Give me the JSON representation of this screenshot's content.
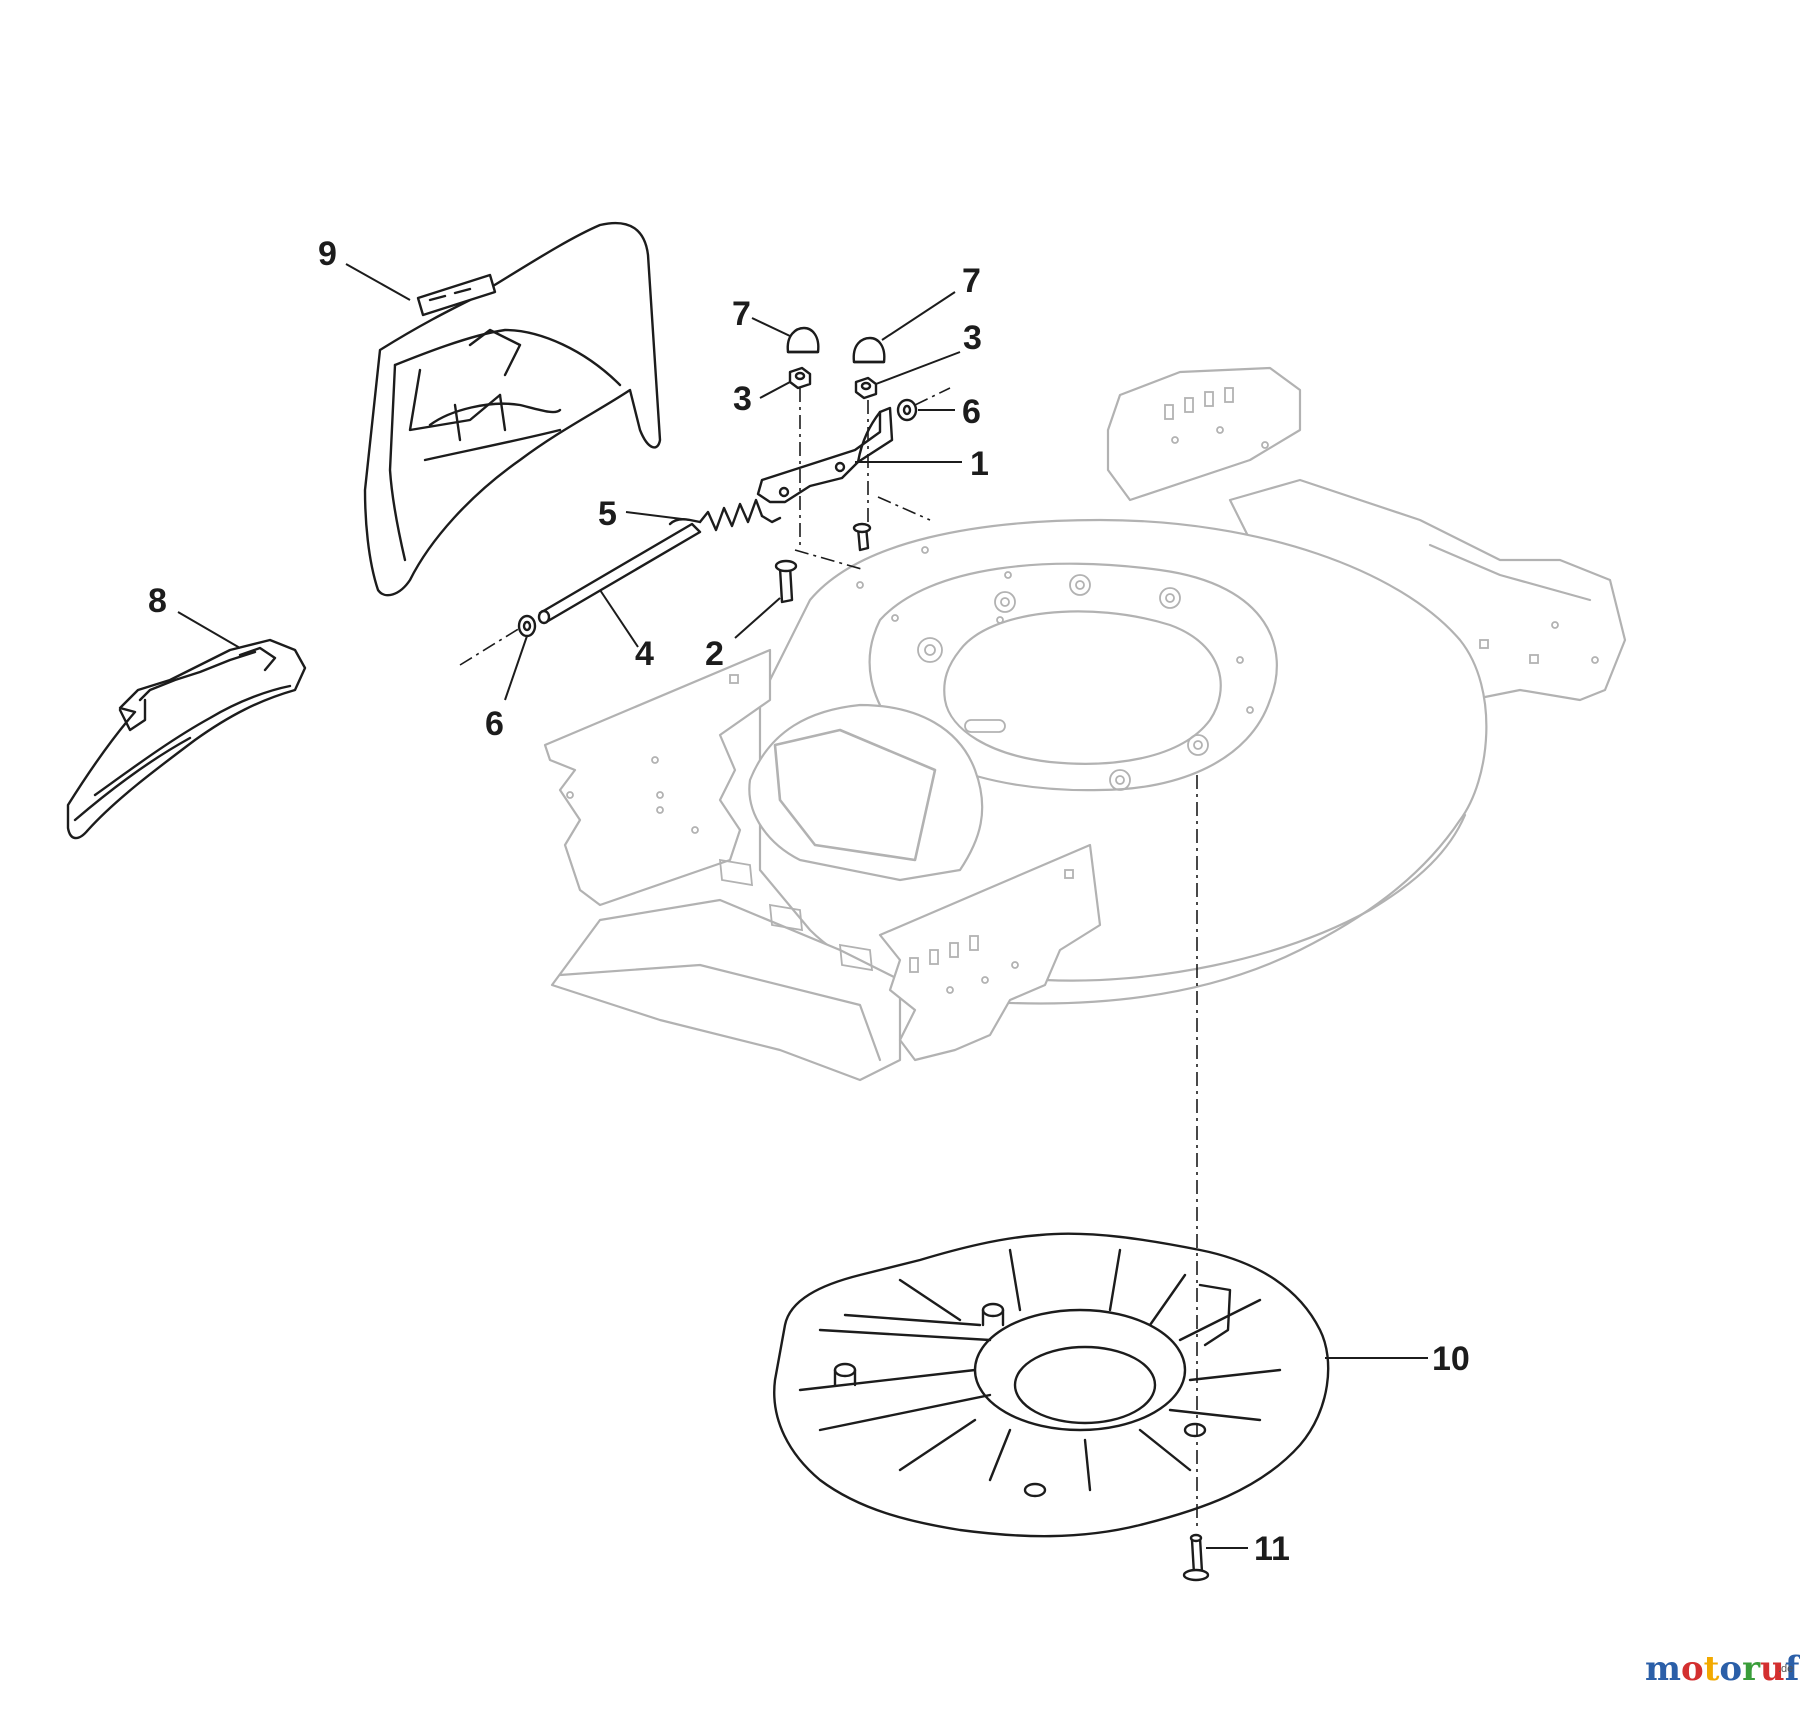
{
  "diagram": {
    "parts": [
      {
        "id": "bracket",
        "callout": "1"
      },
      {
        "id": "bolt",
        "callout": "2"
      },
      {
        "id": "nut",
        "callout": "3"
      },
      {
        "id": "axle-rod",
        "callout": "4"
      },
      {
        "id": "spring",
        "callout": "5"
      },
      {
        "id": "washer",
        "callout": "6"
      },
      {
        "id": "cap",
        "callout": "7"
      },
      {
        "id": "side-flap",
        "callout": "8"
      },
      {
        "id": "rear-guard",
        "callout": "9"
      },
      {
        "id": "deflector-plate",
        "callout": "10"
      },
      {
        "id": "mounting-screw",
        "callout": "11"
      }
    ]
  },
  "watermark": {
    "letters": [
      "m",
      "o",
      "t",
      "o",
      "r",
      "u",
      "f"
    ],
    "letter_colors": [
      "#2b5fa8",
      "#d32f2f",
      "#f2a900",
      "#2b5fa8",
      "#3a9d3a",
      "#d32f2f",
      "#2b5fa8"
    ],
    "suffix": ".de"
  }
}
